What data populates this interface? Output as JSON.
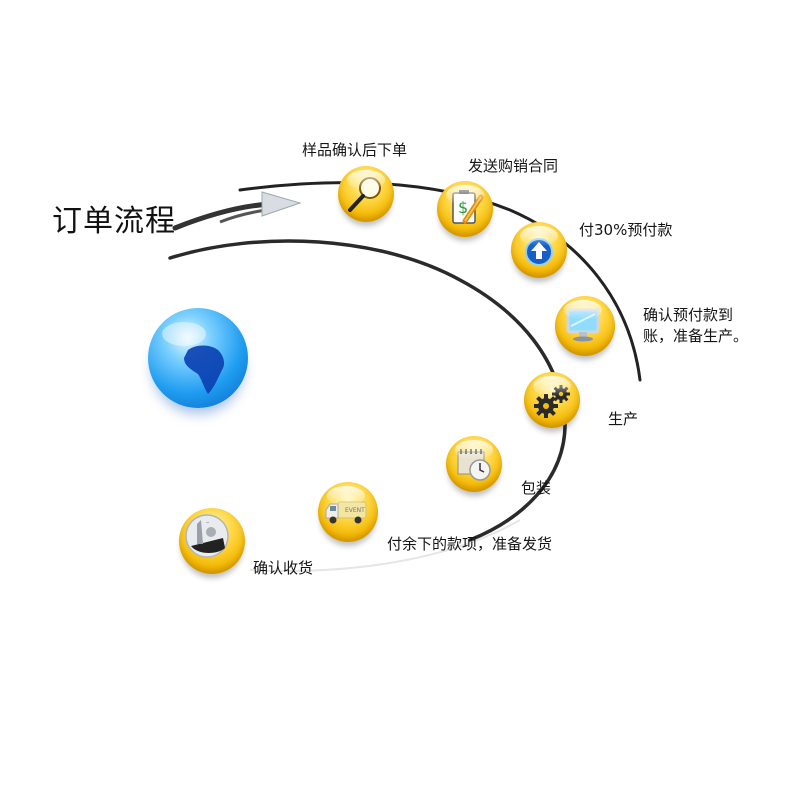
{
  "diagram": {
    "title": "订单流程",
    "accent_color": "#f5c000",
    "arc_color": "#222222",
    "globe_color": "#1e9cf0",
    "center_icon": "globe-africa-icon",
    "steps": [
      {
        "order": 1,
        "label": "样品确认后下单",
        "icon": "magnifier-icon"
      },
      {
        "order": 2,
        "label": "发送购销合同",
        "icon": "clipboard-pencil-icon"
      },
      {
        "order": 3,
        "label": "付30%预付款",
        "icon": "upload-arrow-icon"
      },
      {
        "order": 4,
        "label_line1": "确认预付款到",
        "label_line2": "账，准备生产。",
        "icon": "monitor-icon"
      },
      {
        "order": 5,
        "label": "生产",
        "icon": "gears-icon"
      },
      {
        "order": 6,
        "label": "包装",
        "icon": "calendar-clock-icon"
      },
      {
        "order": 7,
        "label": "付余下的款项，准备发货",
        "icon": "delivery-truck-icon",
        "icon_text": "EVENT"
      },
      {
        "order": 8,
        "label": "确认收货",
        "icon": "coin-icon"
      }
    ]
  }
}
